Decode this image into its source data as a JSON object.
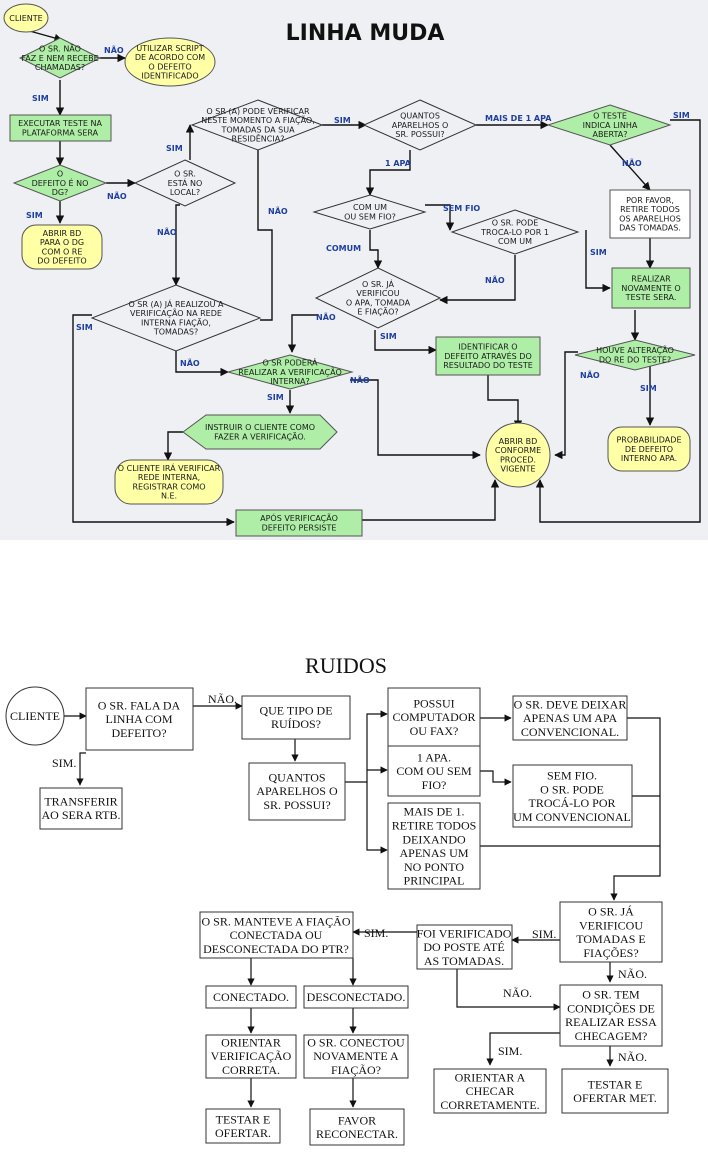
{
  "diagram1": {
    "title": "LINHA MUDA",
    "colors": {
      "background": "#eef0f4",
      "oval": "#ffffa6",
      "diamond": "#aeeea6",
      "rect": "#aeeea6",
      "line": "#111111",
      "label": "#1f3f9f"
    },
    "nodes": {
      "start": "CLIENTE",
      "q_calls": [
        "O SR. NÃO",
        "FAZ E NEM RECEBE",
        "CHAMADAS?"
      ],
      "script": [
        "UTILIZAR SCRIPT",
        "DE ACORDO COM",
        "O DEFEITO",
        "IDENTIFICADO"
      ],
      "test_sera": [
        "EXECUTAR TESTE NA",
        "PLATAFORMA SERA"
      ],
      "q_dg": [
        "O",
        "DEFEITO É NO",
        "DG?"
      ],
      "open_bd_dg": [
        "ABRIR BD",
        "PARA O DG",
        "COM O RE",
        "DO DEFEITO"
      ],
      "q_local": [
        "O SR.",
        "ESTÁ NO",
        "LOCAL?"
      ],
      "q_verify_now": [
        "O SR (A) PODE VERIFICAR",
        "NESTE MOMENTO A FIAÇÃO,",
        "TOMADAS DA SUA",
        "RESIDÊNCIA?"
      ],
      "q_how_many": [
        "QUANTOS",
        "APARELHOS O",
        "SR. POSSUI?"
      ],
      "q_line_open": [
        "O TESTE",
        "INDICA LINHA",
        "ABERTA?"
      ],
      "remove_all": [
        "POR FAVOR,",
        "RETIRE TODOS",
        "OS APARELHOS",
        "DAS TOMADAS."
      ],
      "q_wired": [
        "COM UM",
        "OU SEM FIO?"
      ],
      "q_swap": [
        "O SR. PODE",
        "TROCA-LO POR 1",
        "COM UM"
      ],
      "retest": [
        "REALIZAR",
        "NOVAMENTE O",
        "TESTE SERA."
      ],
      "q_already_verified": [
        "O SR. JÁ",
        "VERIFICOU",
        "O APA, TOMADA",
        "E FIAÇÃO?"
      ],
      "q_done_network": [
        "O SR (A) JÁ REALIZOU A",
        "VERIFICAÇÃO NA REDE",
        "INTERNA FIAÇÃO,",
        "TOMADAS?"
      ],
      "identify": [
        "IDENTIFICAR O",
        "DEFEITO ATRAVÉS DO",
        "RESULTADO DO TESTE"
      ],
      "q_re_change": [
        "HOUVE ALTERAÇÃO",
        "DO RE DO TESTE?"
      ],
      "q_can_verify": [
        "O SR PODERÁ",
        "REALIZAR A VERIFICAÇÃO",
        "INTERNA?"
      ],
      "instruct": [
        "INSTRUIR O CLIENTE COMO",
        "FAZER A VERIFICAÇÃO."
      ],
      "open_bd_proc": [
        "ABRIR BD",
        "CONFORME",
        "PROCED.",
        "VIGENTE"
      ],
      "probable": [
        "PROBABILIDADE",
        "DE DEFEITO",
        "INTERNO APA."
      ],
      "client_will_verify": [
        "O CLIENTE IRÁ VERIFICAR",
        "REDE INTERNA,",
        "REGISTRAR COMO",
        "N.E."
      ],
      "after_verify": [
        "APÓS VERIFICAÇÃO",
        "DEFEITO PERSISTE"
      ]
    },
    "labels": {
      "nao1": "NÃO",
      "sim1": "SIM",
      "nao2": "NÃO",
      "sim2": "SIM",
      "sim3": "SIM",
      "nao3": "NÃO",
      "sim4": "SIM",
      "mais1": "MAIS DE 1 APA",
      "sim5": "SIM",
      "nao4": "NÃO",
      "apa1": "1 APA",
      "semfio": "SEM FIO",
      "comum": "COMUM",
      "nao5": "NÃO",
      "sim6": "SIM",
      "nao6": "NÃO",
      "sim7": "SIM",
      "nao7": "NÃO",
      "sim8": "SIM",
      "nao8": "NÃO",
      "sim9": "SIM",
      "nao9": "NÃO",
      "sim10": "SIM"
    }
  },
  "diagram2": {
    "title": "RUIDOS",
    "nodes": {
      "start": "CLIENTE",
      "q_line": [
        "O SR. FALA DA",
        "LINHA  COM",
        "DEFEITO?"
      ],
      "transfer": [
        "TRANSFERIR",
        "AO SERA RTB."
      ],
      "q_noise": [
        "QUE TIPO DE",
        "RUÍDOS?"
      ],
      "q_how_many": [
        "QUANTOS",
        "APARELHOS O",
        "SR. POSSUI?"
      ],
      "q_pc": [
        "POSSUI",
        "COMPUTADOR",
        "OU FAX?"
      ],
      "leave_one": [
        "O SR. DEVE DEIXAR",
        "APENAS UM APA",
        "CONVENCIONAL."
      ],
      "one_apa": [
        "1 APA.",
        "COM OU SEM",
        "FIO?"
      ],
      "wireless": [
        "SEM FIO.",
        "O SR. PODE",
        "TROCÁ-LO POR",
        "UM CONVENCIONAL"
      ],
      "more_one": [
        "MAIS DE 1.",
        "RETIRE TODOS",
        "DEIXANDO",
        "APENAS UM",
        "NO PONTO",
        "PRINCIPAL"
      ],
      "q_checked": [
        "O SR. JÁ",
        "VERIFICOU",
        "TOMADAS E",
        "FIAÇÕES?"
      ],
      "checked_pole": [
        "FOI VERIFICADO",
        "DO POSTE ATÉ",
        "AS TOMADAS."
      ],
      "q_kept": [
        "O SR. MANTEVE A FIAÇÃO",
        "CONECTADA OU",
        "DESCONECTADA DO PTR?"
      ],
      "connected": "CONECTADO.",
      "disconnected": "DESCONECTADO.",
      "orient_ok": [
        "ORIENTAR",
        "VERIFICAÇÃO",
        "CORRETA."
      ],
      "q_reconnected": [
        "O SR. CONECTOU",
        "NOVAMENTE A",
        "FIAÇÃO?"
      ],
      "test_offer": [
        "TESTAR E",
        "OFERTAR."
      ],
      "reconnect": [
        "FAVOR",
        "RECONECTAR."
      ],
      "q_conditions": [
        "O SR. TEM",
        "CONDIÇÕES DE",
        "REALIZAR ESSA",
        "CHECAGEM?"
      ],
      "orient_check": [
        "ORIENTAR A",
        "CHECAR",
        "CORRETAMENTE."
      ],
      "test_met": [
        "TESTAR E",
        "OFERTAR MET."
      ]
    },
    "labels": {
      "nao1": "NÃO.",
      "sim1": "SIM.",
      "sim2": "SIM.",
      "sim3": "SIM.",
      "nao2": "NÃO.",
      "nao3": "NÃO.",
      "sim4": "SIM.",
      "nao4": "NÃO."
    }
  }
}
